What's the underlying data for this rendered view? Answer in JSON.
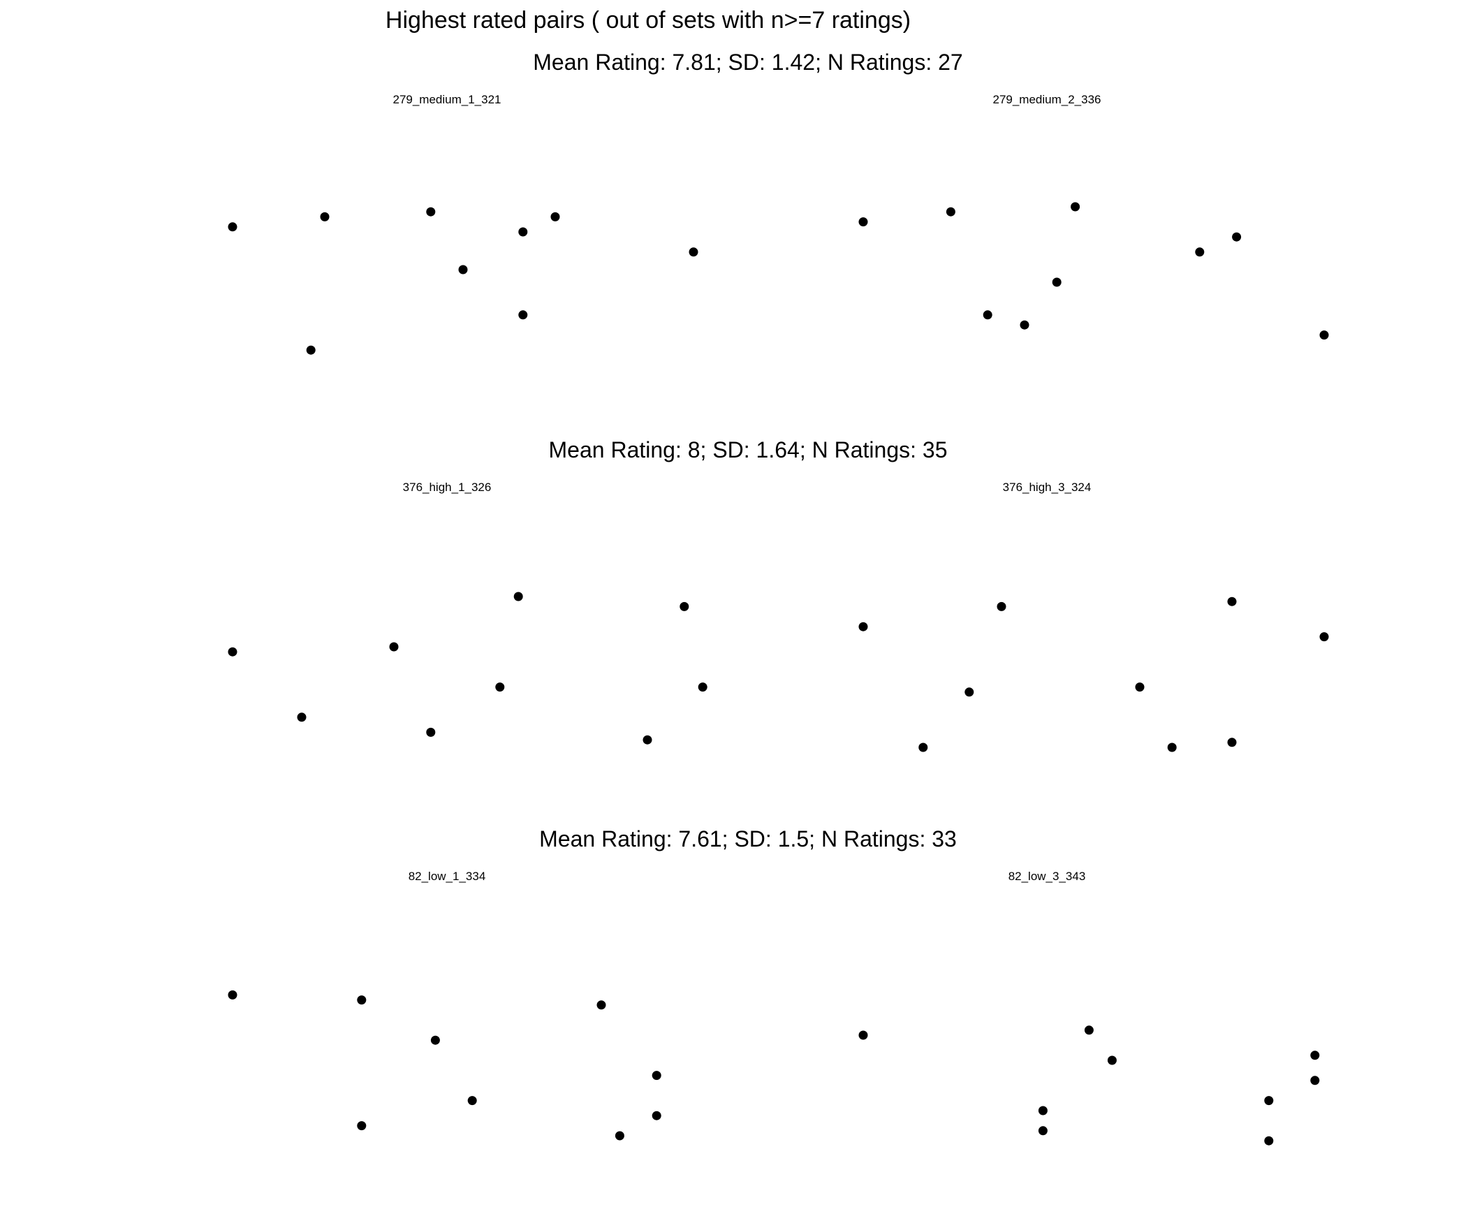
{
  "title": "Highest rated pairs ( out of sets with n>=7 ratings)",
  "colors": {
    "background": "#ffffff",
    "points": "#000000",
    "text": "#000000"
  },
  "chart_data": [
    {
      "type": "scatter",
      "title": "Mean Rating: 7.81;   SD: 1.42;   N Ratings: 27",
      "panels": [
        {
          "label": "279_medium_1_321",
          "points": [
            {
              "x": 0.0,
              "y": 0.82
            },
            {
              "x": 0.2,
              "y": 0.86
            },
            {
              "x": 0.43,
              "y": 0.88
            },
            {
              "x": 0.63,
              "y": 0.8
            },
            {
              "x": 0.7,
              "y": 0.86
            },
            {
              "x": 1.0,
              "y": 0.72
            },
            {
              "x": 0.5,
              "y": 0.65
            },
            {
              "x": 0.63,
              "y": 0.47
            },
            {
              "x": 0.17,
              "y": 0.33
            }
          ]
        },
        {
          "label": "279_medium_2_336",
          "points": [
            {
              "x": 0.0,
              "y": 0.84
            },
            {
              "x": 0.19,
              "y": 0.88
            },
            {
              "x": 0.46,
              "y": 0.9
            },
            {
              "x": 0.73,
              "y": 0.72
            },
            {
              "x": 0.81,
              "y": 0.78
            },
            {
              "x": 0.42,
              "y": 0.6
            },
            {
              "x": 0.27,
              "y": 0.47
            },
            {
              "x": 0.35,
              "y": 0.43
            },
            {
              "x": 1.0,
              "y": 0.39
            }
          ]
        }
      ]
    },
    {
      "type": "scatter",
      "title": "Mean Rating: 8;   SD: 1.64;   N Ratings: 35",
      "panels": [
        {
          "label": "376_high_1_326",
          "points": [
            {
              "x": 0.0,
              "y": 0.68
            },
            {
              "x": 0.35,
              "y": 0.7
            },
            {
              "x": 0.62,
              "y": 0.9
            },
            {
              "x": 0.98,
              "y": 0.86
            },
            {
              "x": 0.58,
              "y": 0.54
            },
            {
              "x": 1.02,
              "y": 0.54
            },
            {
              "x": 0.15,
              "y": 0.42
            },
            {
              "x": 0.43,
              "y": 0.36
            },
            {
              "x": 0.9,
              "y": 0.33
            }
          ]
        },
        {
          "label": "376_high_3_324",
          "points": [
            {
              "x": 0.0,
              "y": 0.78
            },
            {
              "x": 0.3,
              "y": 0.86
            },
            {
              "x": 0.8,
              "y": 0.88
            },
            {
              "x": 1.0,
              "y": 0.74
            },
            {
              "x": 0.23,
              "y": 0.52
            },
            {
              "x": 0.6,
              "y": 0.54
            },
            {
              "x": 0.13,
              "y": 0.3
            },
            {
              "x": 0.67,
              "y": 0.3
            },
            {
              "x": 0.8,
              "y": 0.32
            }
          ]
        }
      ]
    },
    {
      "type": "scatter",
      "title": "Mean Rating: 7.61;   SD: 1.5;   N Ratings: 33",
      "panels": [
        {
          "label": "82_low_1_334",
          "points": [
            {
              "x": 0.0,
              "y": 0.86
            },
            {
              "x": 0.28,
              "y": 0.84
            },
            {
              "x": 0.8,
              "y": 0.82
            },
            {
              "x": 0.44,
              "y": 0.68
            },
            {
              "x": 0.92,
              "y": 0.54
            },
            {
              "x": 0.52,
              "y": 0.44
            },
            {
              "x": 0.92,
              "y": 0.38
            },
            {
              "x": 0.28,
              "y": 0.34
            },
            {
              "x": 0.84,
              "y": 0.3
            }
          ]
        },
        {
          "label": "82_low_3_343",
          "points": [
            {
              "x": 0.0,
              "y": 0.7
            },
            {
              "x": 0.49,
              "y": 0.72
            },
            {
              "x": 0.54,
              "y": 0.6
            },
            {
              "x": 0.98,
              "y": 0.62
            },
            {
              "x": 0.98,
              "y": 0.52
            },
            {
              "x": 0.88,
              "y": 0.44
            },
            {
              "x": 0.39,
              "y": 0.4
            },
            {
              "x": 0.39,
              "y": 0.32
            },
            {
              "x": 0.88,
              "y": 0.28
            }
          ]
        }
      ]
    }
  ]
}
